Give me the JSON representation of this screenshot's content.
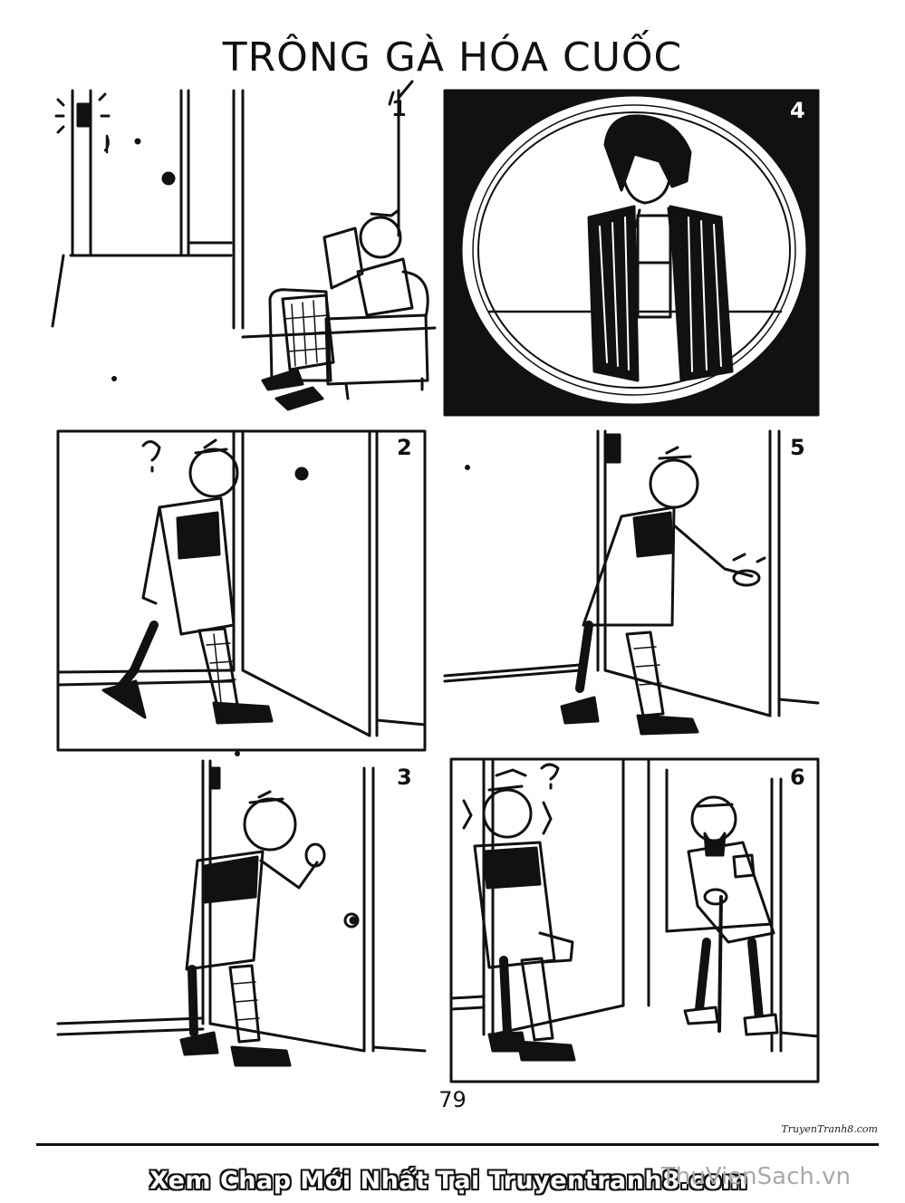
{
  "title": "TRÔNG GÀ HÓA CUỐC",
  "panels": [
    {
      "number": "1"
    },
    {
      "number": "4"
    },
    {
      "number": "2"
    },
    {
      "number": "5"
    },
    {
      "number": "3"
    },
    {
      "number": "6"
    }
  ],
  "page_number": "79",
  "watermark_small": "TruyenTranh8.com",
  "banner": "Xem Chap Mới Nhất Tại Truyentranh8.com",
  "site_watermark": "ThuVienSach.vn"
}
